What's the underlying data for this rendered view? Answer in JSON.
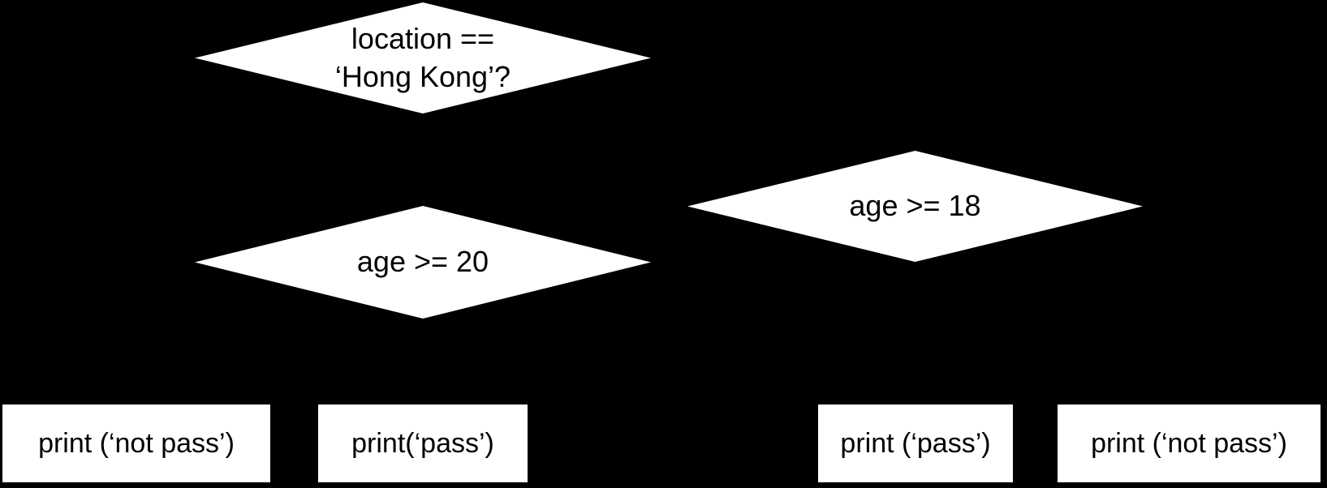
{
  "flowchart": {
    "background_color": "#000000",
    "shape_fill_color": "#ffffff",
    "shape_text_color": "#000000",
    "decisions": [
      {
        "name": "location-check",
        "label": "location ==\n‘Hong Kong’?"
      },
      {
        "name": "age-20-check",
        "label": "age >= 20"
      },
      {
        "name": "age-18-check",
        "label": "age >= 18"
      }
    ],
    "outputs": [
      {
        "name": "left-not-pass",
        "label": "print (‘not pass’)"
      },
      {
        "name": "left-pass",
        "label": "print(‘pass’)"
      },
      {
        "name": "right-pass",
        "label": "print (‘pass’)"
      },
      {
        "name": "right-not-pass",
        "label": "print (‘not pass’)"
      }
    ]
  }
}
